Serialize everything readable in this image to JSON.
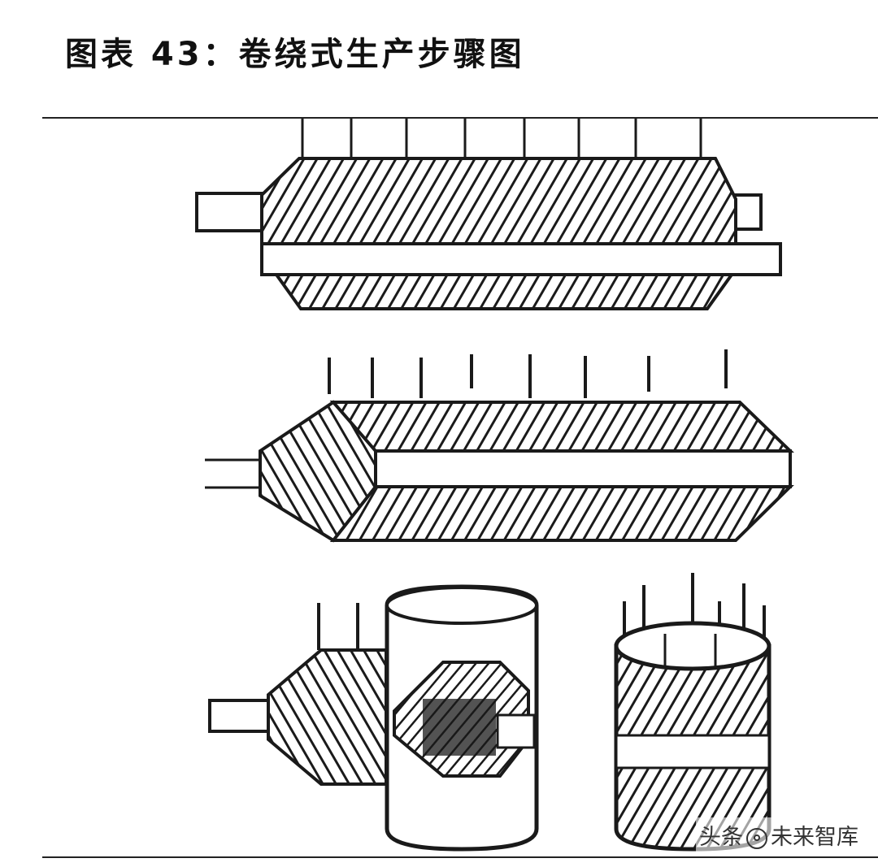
{
  "title": "图表 43：卷绕式生产步骤图",
  "watermark": {
    "prefix": "头条",
    "name": "未来智库"
  },
  "colors": {
    "ink": "#1a1a1a",
    "paper": "#ffffff"
  }
}
